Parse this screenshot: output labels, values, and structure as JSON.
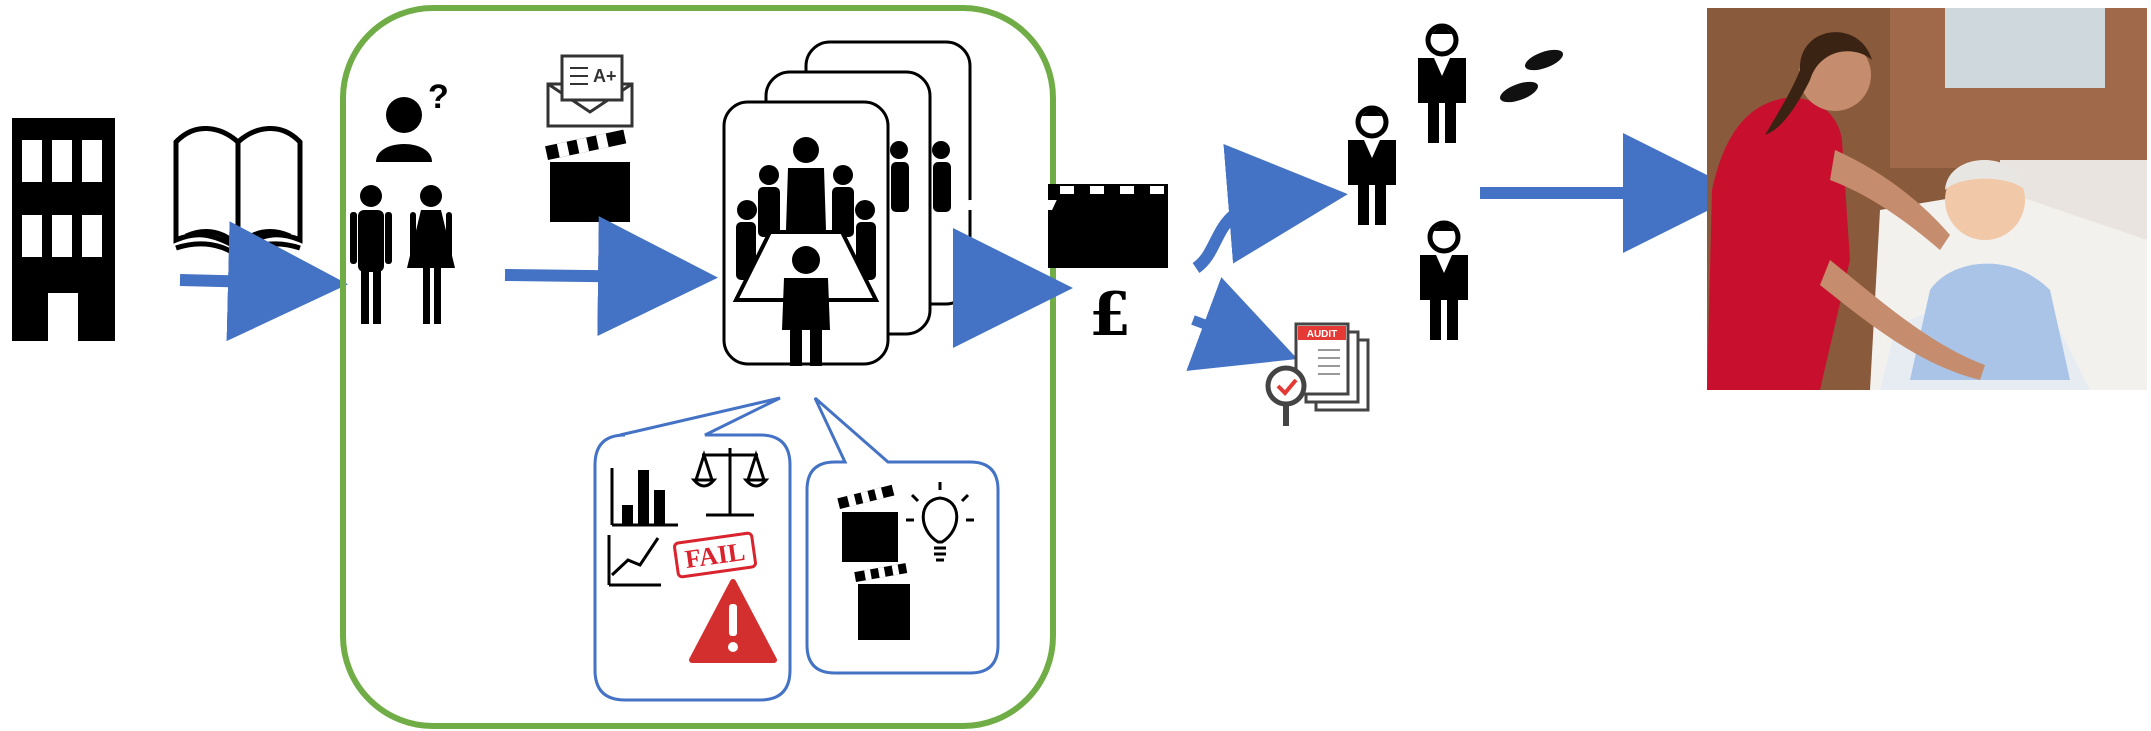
{
  "icons": {
    "building": "building-icon",
    "book": "open-book-icon",
    "people": "man-woman-icon",
    "question": "thinking-person-icon",
    "letter": "graded-letter-icon",
    "clapper": "clapperboard-icon",
    "meeting": "meeting-cards-icon",
    "pound": "pound-sign-icon",
    "doctors": "doctor-icon",
    "footprints": "footprints-icon",
    "audit": "audit-document-icon",
    "photo": "nurse-patient-photo",
    "bar_chart": "bar-chart-icon",
    "scales": "scales-icon",
    "line_chart": "line-chart-icon",
    "fail": "fail-stamp-icon",
    "warning": "warning-icon",
    "bulb": "lightbulb-icon"
  },
  "labels": {
    "letter_grade": "A+",
    "fail_stamp": "FAIL",
    "audit_header": "AUDIT",
    "pound_symbol": "£"
  },
  "colors": {
    "arrow": "#4472c4",
    "group_border": "#70ad47",
    "bubble_border": "#4472c4",
    "warning_red": "#d32f2f",
    "fail_red": "#d9232d",
    "nurse_scrubs": "#c8102e"
  }
}
